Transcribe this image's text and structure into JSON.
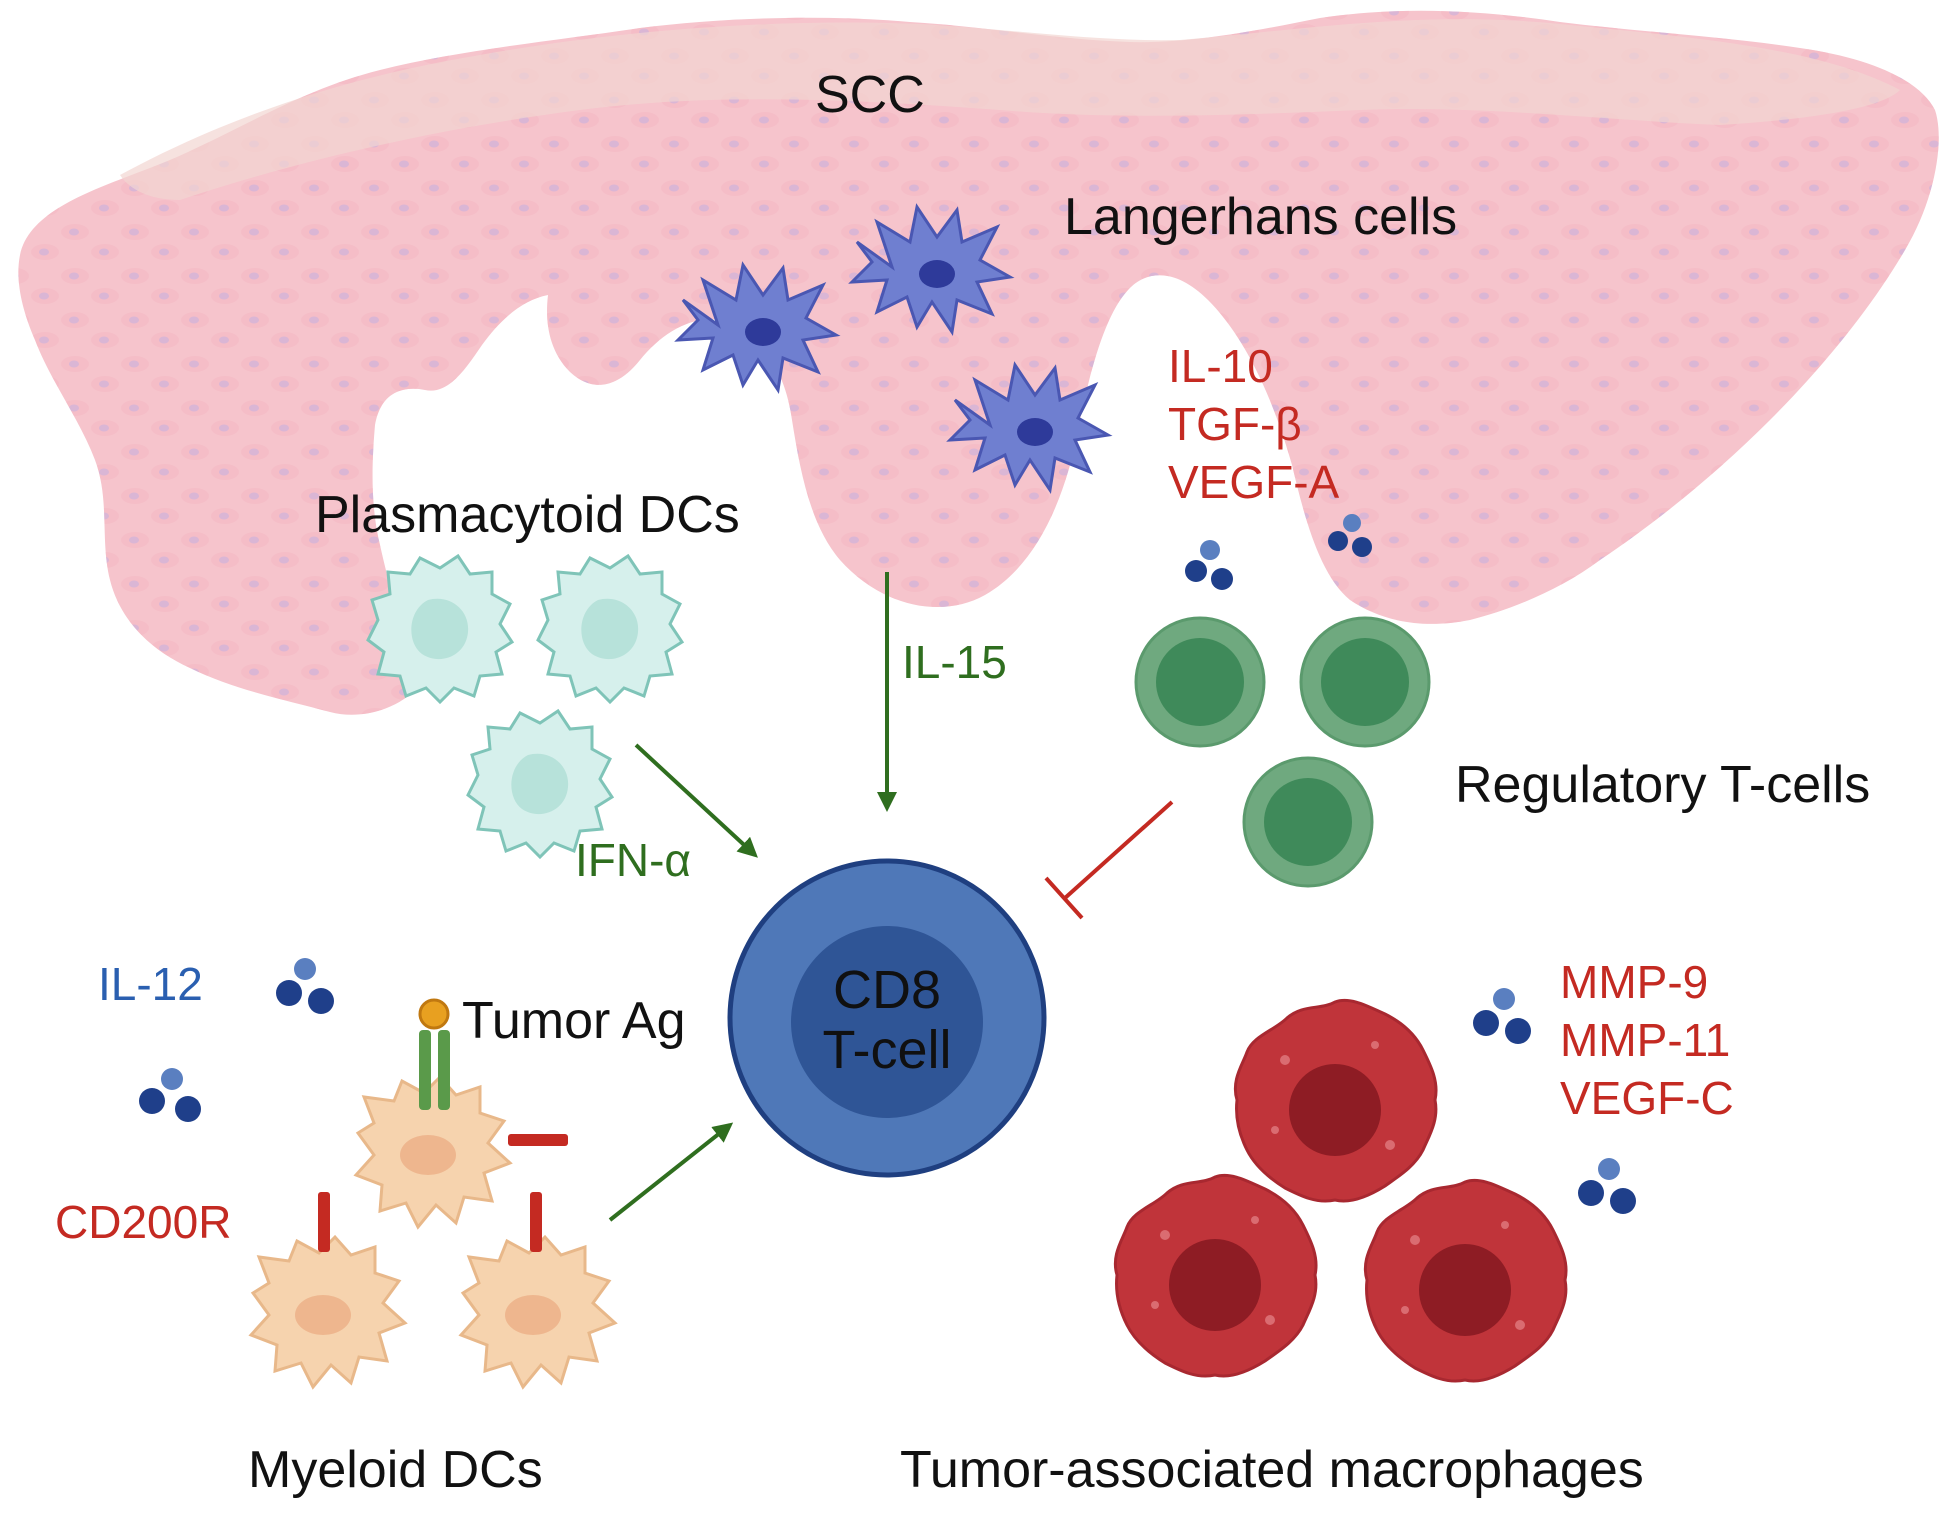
{
  "labels": {
    "scc": "SCC",
    "langerhans": "Langerhans cells",
    "plasmacytoid": "Plasmacytoid DCs",
    "il15": "IL-15",
    "ifn_alpha": "IFN-α",
    "treg_cytokines": [
      "IL-10",
      "TGF-β",
      "VEGF-A"
    ],
    "regulatory": "Regulatory T-cells",
    "il12": "IL-12",
    "tumor_ag": "Tumor Ag",
    "cd200r": "CD200R",
    "cd8_line1": "CD8",
    "cd8_line2": "T-cell",
    "tam_cytokines": [
      "MMP-9",
      "MMP-11",
      "VEGF-C"
    ],
    "myeloid": "Myeloid DCs",
    "tam": "Tumor-associated macrophages"
  },
  "colors": {
    "tissue": "#f6c4cc",
    "tissue_cell": "#c9b0dc",
    "langerhans": "#6f7fd0",
    "langerhans_nucleus": "#2e3a9a",
    "pdc": "#d6f0ec",
    "pdc_outline": "#7fc4b8",
    "treg_outer": "#6fa97f",
    "treg_inner": "#3f8a5a",
    "cd8_outer": "#4f78b8",
    "cd8_inner": "#2f5596",
    "mdc": "#f6d3ae",
    "mdc_nucleus": "#eeb68e",
    "macrophage": "#c0343a",
    "macrophage_nucleus": "#8e1c24",
    "cytokine": "#1f3f8a",
    "activation_arrow": "#2f6e1f",
    "inhibition": "#c42a22",
    "receptor_green": "#5a9a4a",
    "antigen": "#e8a020"
  }
}
